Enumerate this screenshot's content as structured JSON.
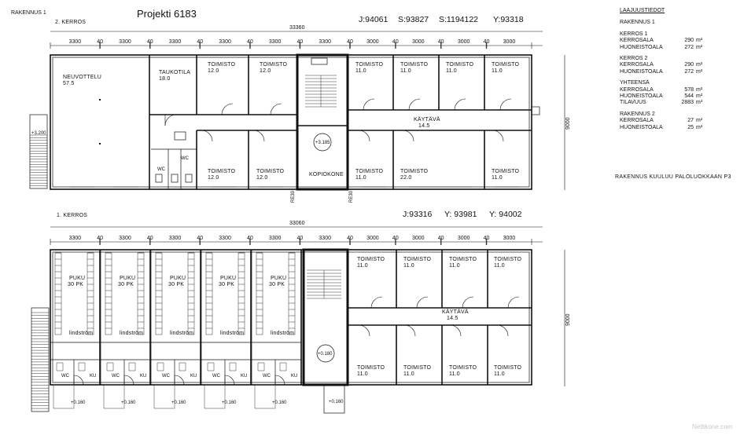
{
  "title": "Projekti 6183",
  "building_label": "RAKENNUS 1",
  "floor2": {
    "label": "2. KERROS",
    "coords": [
      "J:94061",
      "S:93827",
      "S:1194122",
      "Y:93318"
    ],
    "total_dim": "33360",
    "dims": [
      "3300",
      "40",
      "3300",
      "40",
      "3300",
      "40",
      "3300",
      "40",
      "3300",
      "40",
      "3300",
      "40",
      "3000",
      "40",
      "3000",
      "40",
      "3000",
      "40",
      "3000"
    ],
    "height_dim": "9000",
    "rooms": [
      {
        "name": "NEUVOTTELU",
        "area": "57.5"
      },
      {
        "name": "TAUKOTILA",
        "area": "18.0"
      },
      {
        "name": "TOIMISTO",
        "area": "12.0"
      },
      {
        "name": "TOIMISTO",
        "area": "12.0"
      },
      {
        "name": "TOIMISTO",
        "area": "11.0"
      },
      {
        "name": "TOIMISTO",
        "area": "11.0"
      },
      {
        "name": "TOIMISTO",
        "area": "11.0"
      },
      {
        "name": "TOIMISTO",
        "area": "11.0"
      },
      {
        "name": "TOIMISTO",
        "area": "12.0"
      },
      {
        "name": "TOIMISTO",
        "area": "12.0"
      },
      {
        "name": "KOPIOKONE",
        "area": ""
      },
      {
        "name": "TOIMISTO",
        "area": "11.0"
      },
      {
        "name": "TOIMISTO",
        "area": "22.0"
      },
      {
        "name": "TOIMISTO",
        "area": "11.0"
      }
    ],
    "corridor": {
      "name": "KÄYTÄVÄ",
      "area": "14.5"
    },
    "wc": "WC",
    "level_a": "+3.185",
    "level_ext": "+3.200",
    "re": "RE30"
  },
  "floor1": {
    "label": "1. KERROS",
    "coords": [
      "J:93316",
      "Y: 93981",
      "Y: 94002"
    ],
    "total_dim": "33060",
    "dims": [
      "3300",
      "40",
      "3300",
      "40",
      "3300",
      "40",
      "3300",
      "40",
      "3300",
      "40",
      "3300",
      "40",
      "3000",
      "40",
      "3000",
      "40",
      "3000",
      "40",
      "3000"
    ],
    "height_dim": "9000",
    "puku": {
      "name": "PUKU",
      "count": "30 PK"
    },
    "locker": "lindström",
    "wc": "WC",
    "ku": "KU",
    "rooms": [
      {
        "name": "TOIMISTO",
        "area": "11.0"
      },
      {
        "name": "TOIMISTO",
        "area": "11.0"
      },
      {
        "name": "TOIMISTO",
        "area": "11.0"
      },
      {
        "name": "TOIMISTO",
        "area": "11.0"
      },
      {
        "name": "TOIMISTO",
        "area": "11.0"
      },
      {
        "name": "TOIMISTO",
        "area": "11.0"
      },
      {
        "name": "TOIMISTO",
        "area": "11.0"
      },
      {
        "name": "TOIMISTO",
        "area": "11.0"
      }
    ],
    "corridor": {
      "name": "KÄYTÄVÄ",
      "area": "14.5"
    },
    "level_a": "+0.180",
    "level_b": "+0.160"
  },
  "laajuustiedot": {
    "heading": "LAAJUUSTIEDOT",
    "building1": "RAKENNUS 1",
    "groups": [
      {
        "title": "KERROS 1",
        "rows": [
          {
            "k": "KERROSALA",
            "v": "290",
            "u": "m²"
          },
          {
            "k": "HUONEISTOALA",
            "v": "272",
            "u": "m²"
          }
        ]
      },
      {
        "title": "KERROS 2",
        "rows": [
          {
            "k": "KERROSALA",
            "v": "290",
            "u": "m²"
          },
          {
            "k": "HUONEISTOALA",
            "v": "272",
            "u": "m²"
          }
        ]
      },
      {
        "title": "YHTEENSÄ",
        "rows": [
          {
            "k": "KERROSALA",
            "v": "578",
            "u": "m²"
          },
          {
            "k": "HUONEISTOALA",
            "v": "544",
            "u": "m²"
          },
          {
            "k": "TILAVUUS",
            "v": "2883",
            "u": "m³"
          }
        ]
      },
      {
        "title": "RAKENNUS 2",
        "rows": [
          {
            "k": "KERROSALA",
            "v": "27",
            "u": "m²"
          },
          {
            "k": "HUONEISTOALA",
            "v": "25",
            "u": "m²"
          }
        ]
      }
    ],
    "fire_class": "RAKENNUS KUULUU PALOLUOKKAAN P3"
  },
  "watermark": "Nettikone.com"
}
